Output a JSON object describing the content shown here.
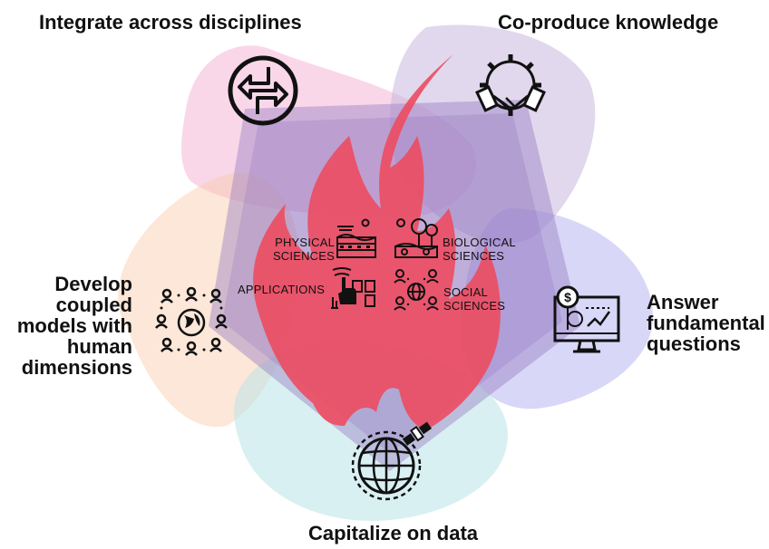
{
  "themes": {
    "integrate": "Integrate across disciplines",
    "coproduce": "Co-produce knowledge",
    "develop": [
      "Develop",
      "coupled",
      "models with",
      "human",
      "dimensions"
    ],
    "answer": [
      "Answer",
      "fundamental",
      "questions"
    ],
    "capitalize": "Capitalize on data"
  },
  "disciplines": {
    "physical": [
      "PHYSICAL",
      "SCIENCES"
    ],
    "biological": [
      "BIOLOGICAL",
      "SCIENCES"
    ],
    "applications": "APPLICATIONS",
    "social": [
      "SOCIAL",
      "SCIENCES"
    ]
  },
  "icons": {
    "integrate": "integration-arrows-icon",
    "coproduce": "handshake-gear-icon",
    "develop": "people-network-globe-icon",
    "answer": "monitor-dollar-chart-icon",
    "capitalize": "satellite-globe-icon",
    "center": "fire-icon",
    "physical": "landscape-layers-icon",
    "biological": "trees-ecosystem-icon",
    "applications": "touch-dashboard-icon",
    "social": "people-globe-icon"
  },
  "colors": {
    "integrate_petal": "#f2a6cf",
    "coproduce_petal": "#c9b8df",
    "develop_petal": "#f8c9a8",
    "answer_petal": "#a9a7ee",
    "capitalize_petal": "#b9e3e7",
    "center_pentagon": "#9a7fc4",
    "fire": "#ec4b5f"
  }
}
